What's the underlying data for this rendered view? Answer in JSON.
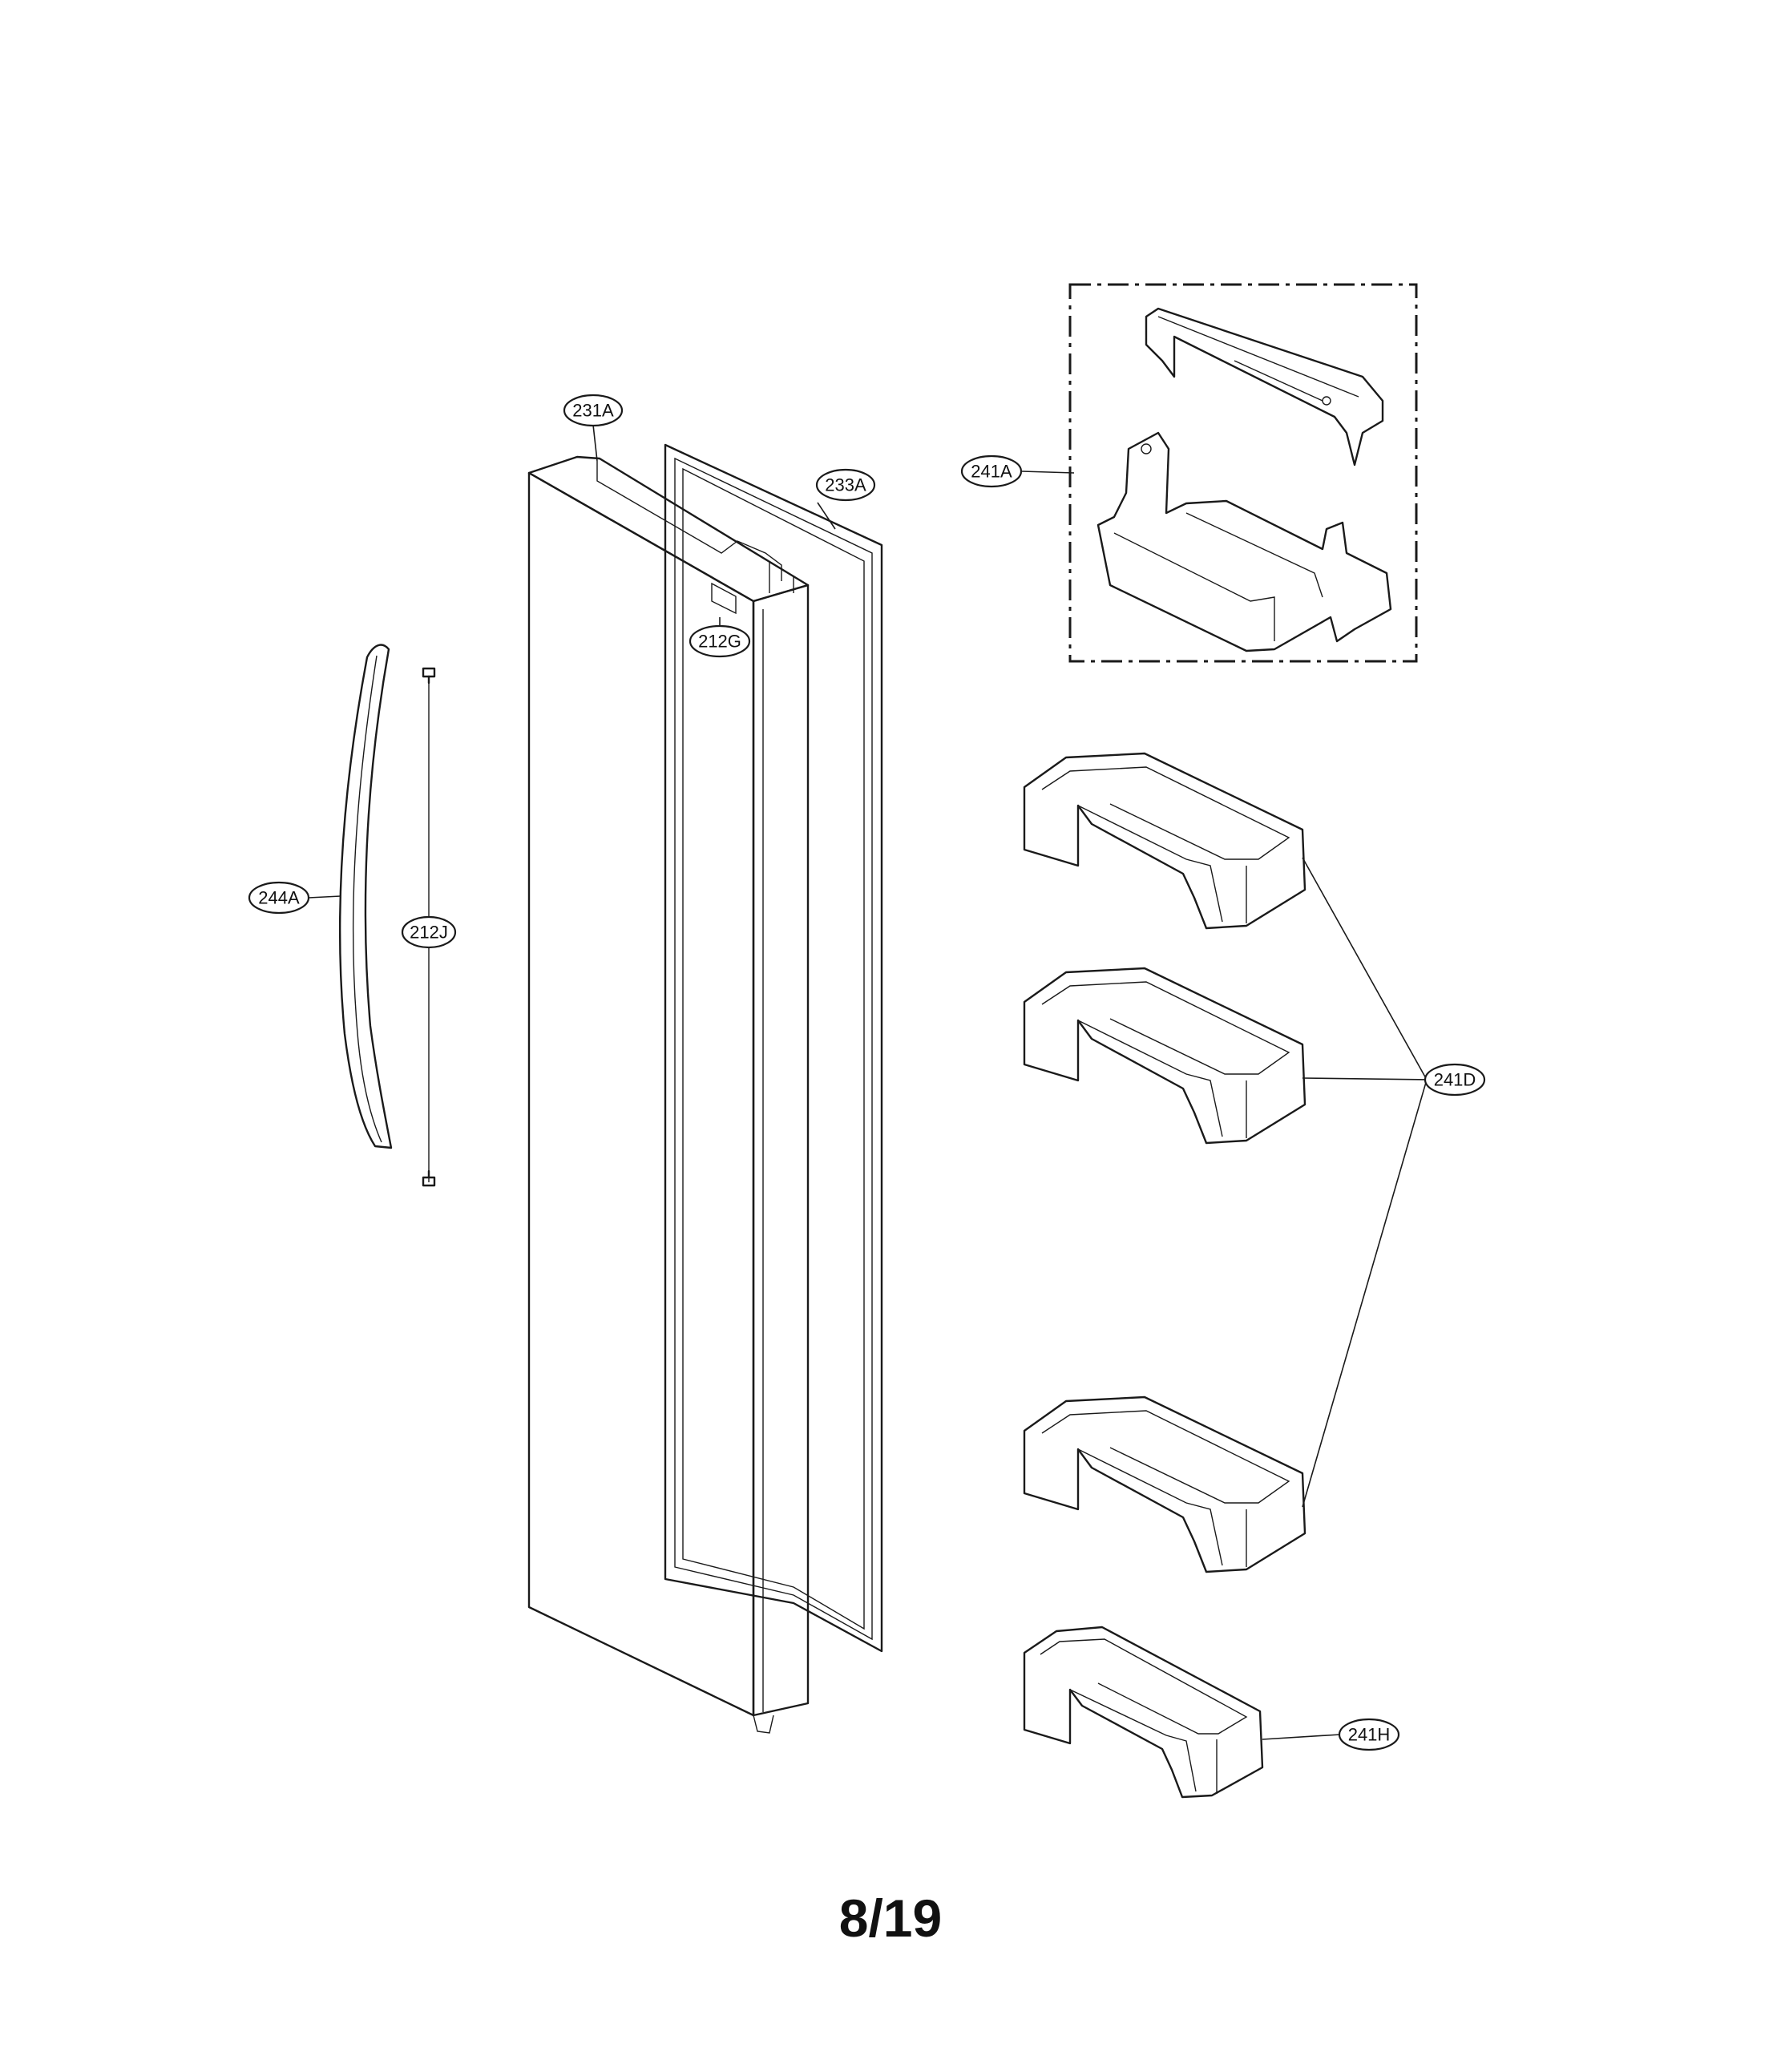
{
  "page_number": "8/19",
  "callouts": {
    "c231A": "231A",
    "c233A": "233A",
    "c212G": "212G",
    "c244A": "244A",
    "c212J": "212J",
    "c241A": "241A",
    "c241D": "241D",
    "c241H": "241H"
  }
}
